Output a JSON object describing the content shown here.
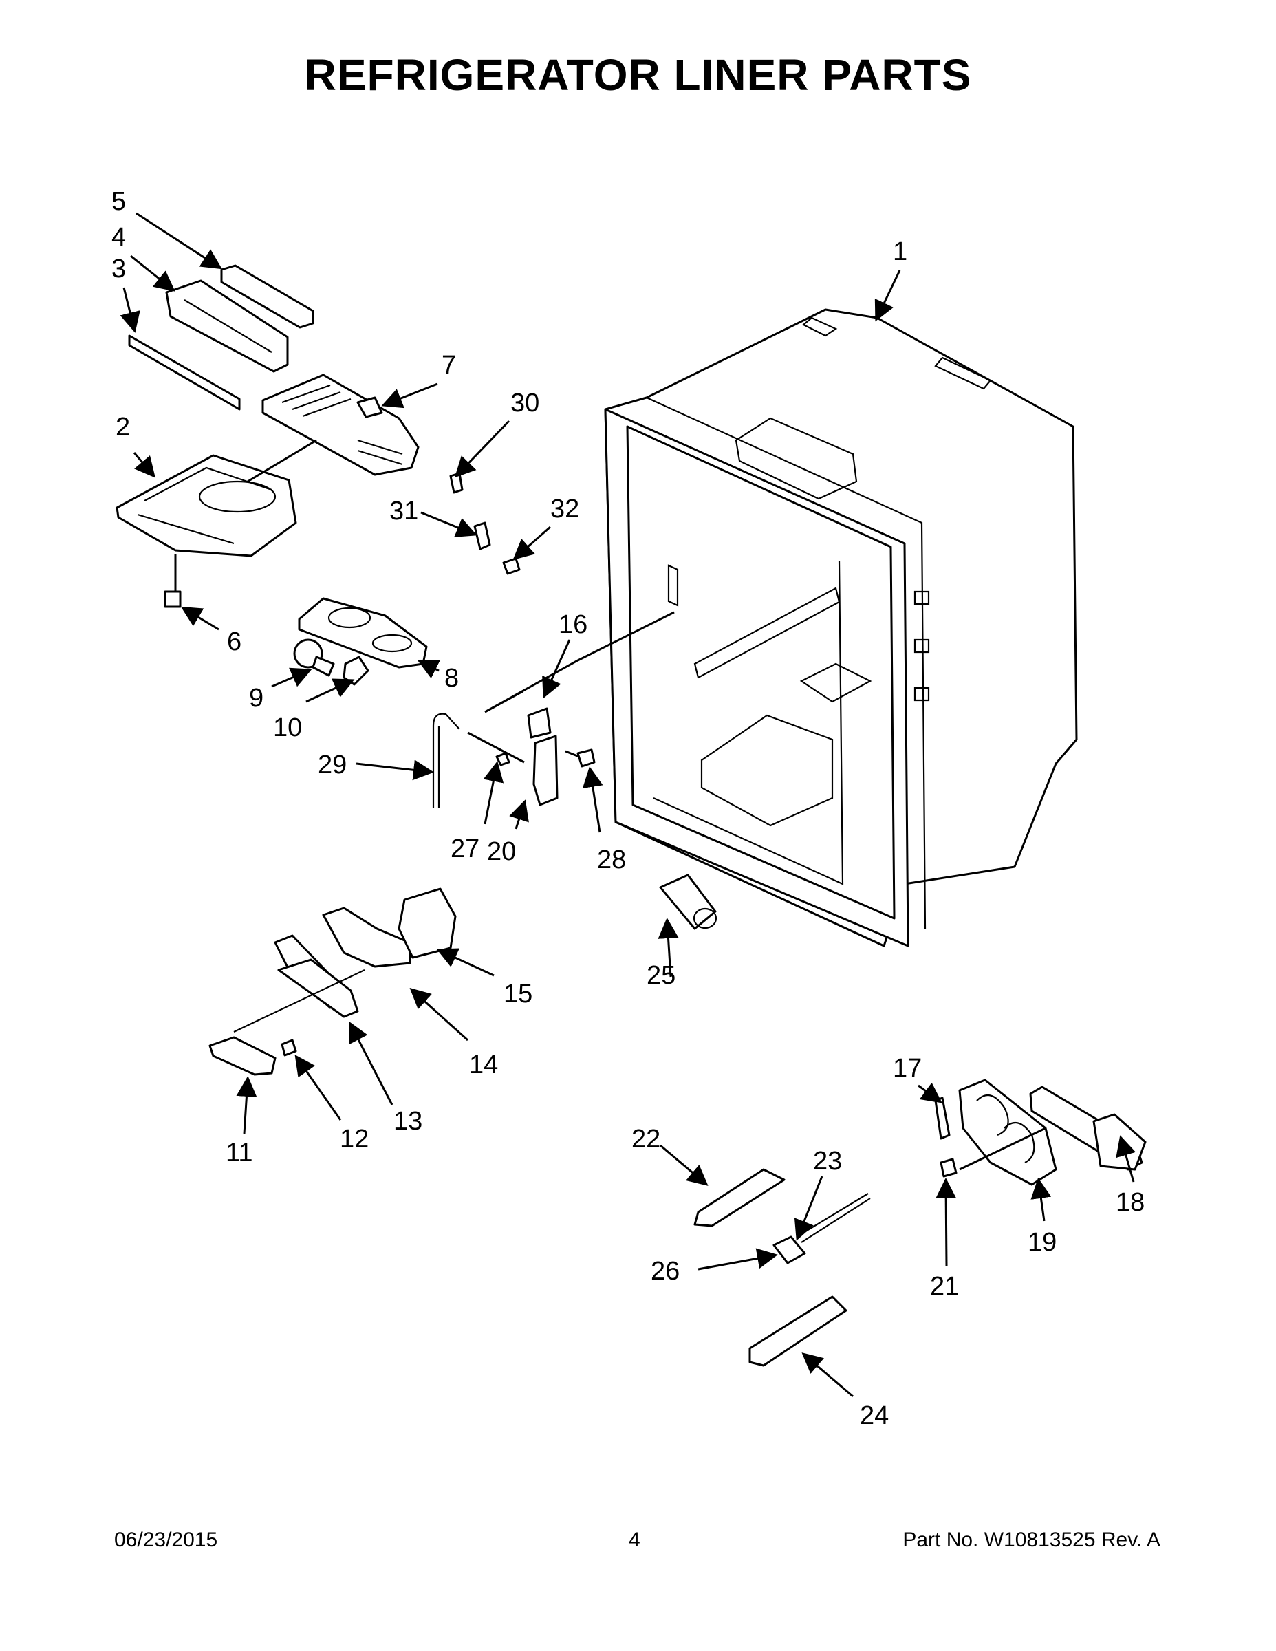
{
  "title": "REFRIGERATOR LINER PARTS",
  "footer": {
    "date": "06/23/2015",
    "page": "4",
    "part_number": "Part No.  W10813525  Rev.  A"
  },
  "callouts": [
    "1",
    "2",
    "3",
    "4",
    "5",
    "6",
    "7",
    "8",
    "9",
    "10",
    "11",
    "12",
    "13",
    "14",
    "15",
    "16",
    "17",
    "18",
    "19",
    "20",
    "21",
    "22",
    "23",
    "24",
    "25",
    "26",
    "27",
    "28",
    "29",
    "30",
    "31",
    "32"
  ]
}
